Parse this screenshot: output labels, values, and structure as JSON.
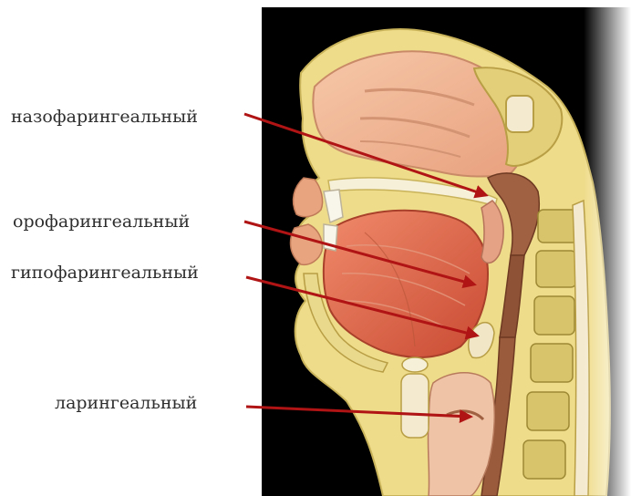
{
  "labels": [
    "назофарингеальный",
    "орофарингеальный",
    "гипофарингеальный",
    "ларингеальный"
  ],
  "colors": {
    "arrow": "#b01414",
    "background_panel": "#000000",
    "tissue_pink": "#f0b898",
    "fat_yellow": "#efdc8a",
    "muscle_red": "#d86848",
    "pharynx_brown": "#a06042",
    "vertebra_yellow": "#d8c46a",
    "label_text": "#2e2e2e"
  }
}
